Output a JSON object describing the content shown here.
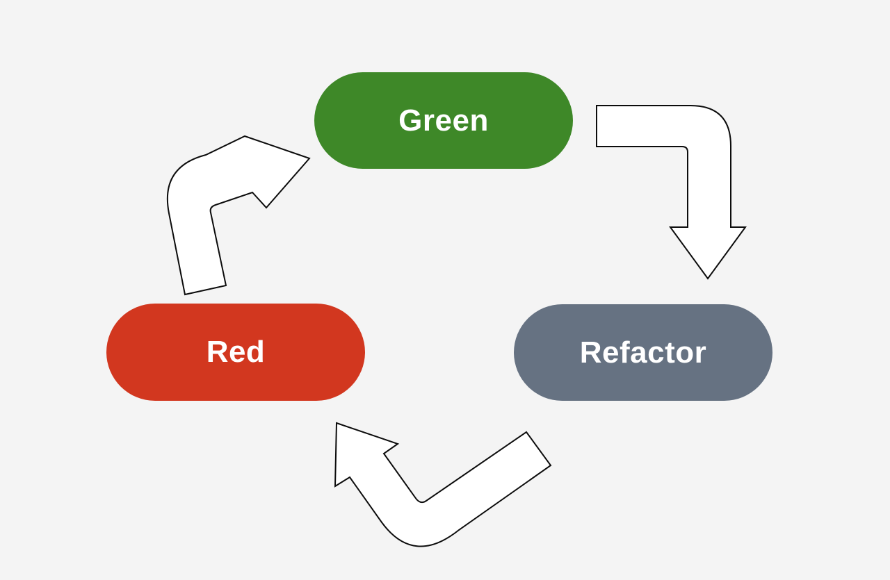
{
  "diagram": {
    "type": "cycle",
    "background": "#f4f4f4",
    "arrow_fill": "#ffffff",
    "arrow_stroke": "#0c0c0c",
    "nodes": [
      {
        "id": "green",
        "label": "Green",
        "color": "#3e8828",
        "text_color": "#ffffff"
      },
      {
        "id": "refactor",
        "label": "Refactor",
        "color": "#667282",
        "text_color": "#ffffff"
      },
      {
        "id": "red",
        "label": "Red",
        "color": "#d2371f",
        "text_color": "#ffffff"
      }
    ],
    "edges": [
      {
        "from": "green",
        "to": "refactor"
      },
      {
        "from": "refactor",
        "to": "red"
      },
      {
        "from": "red",
        "to": "green"
      }
    ]
  }
}
